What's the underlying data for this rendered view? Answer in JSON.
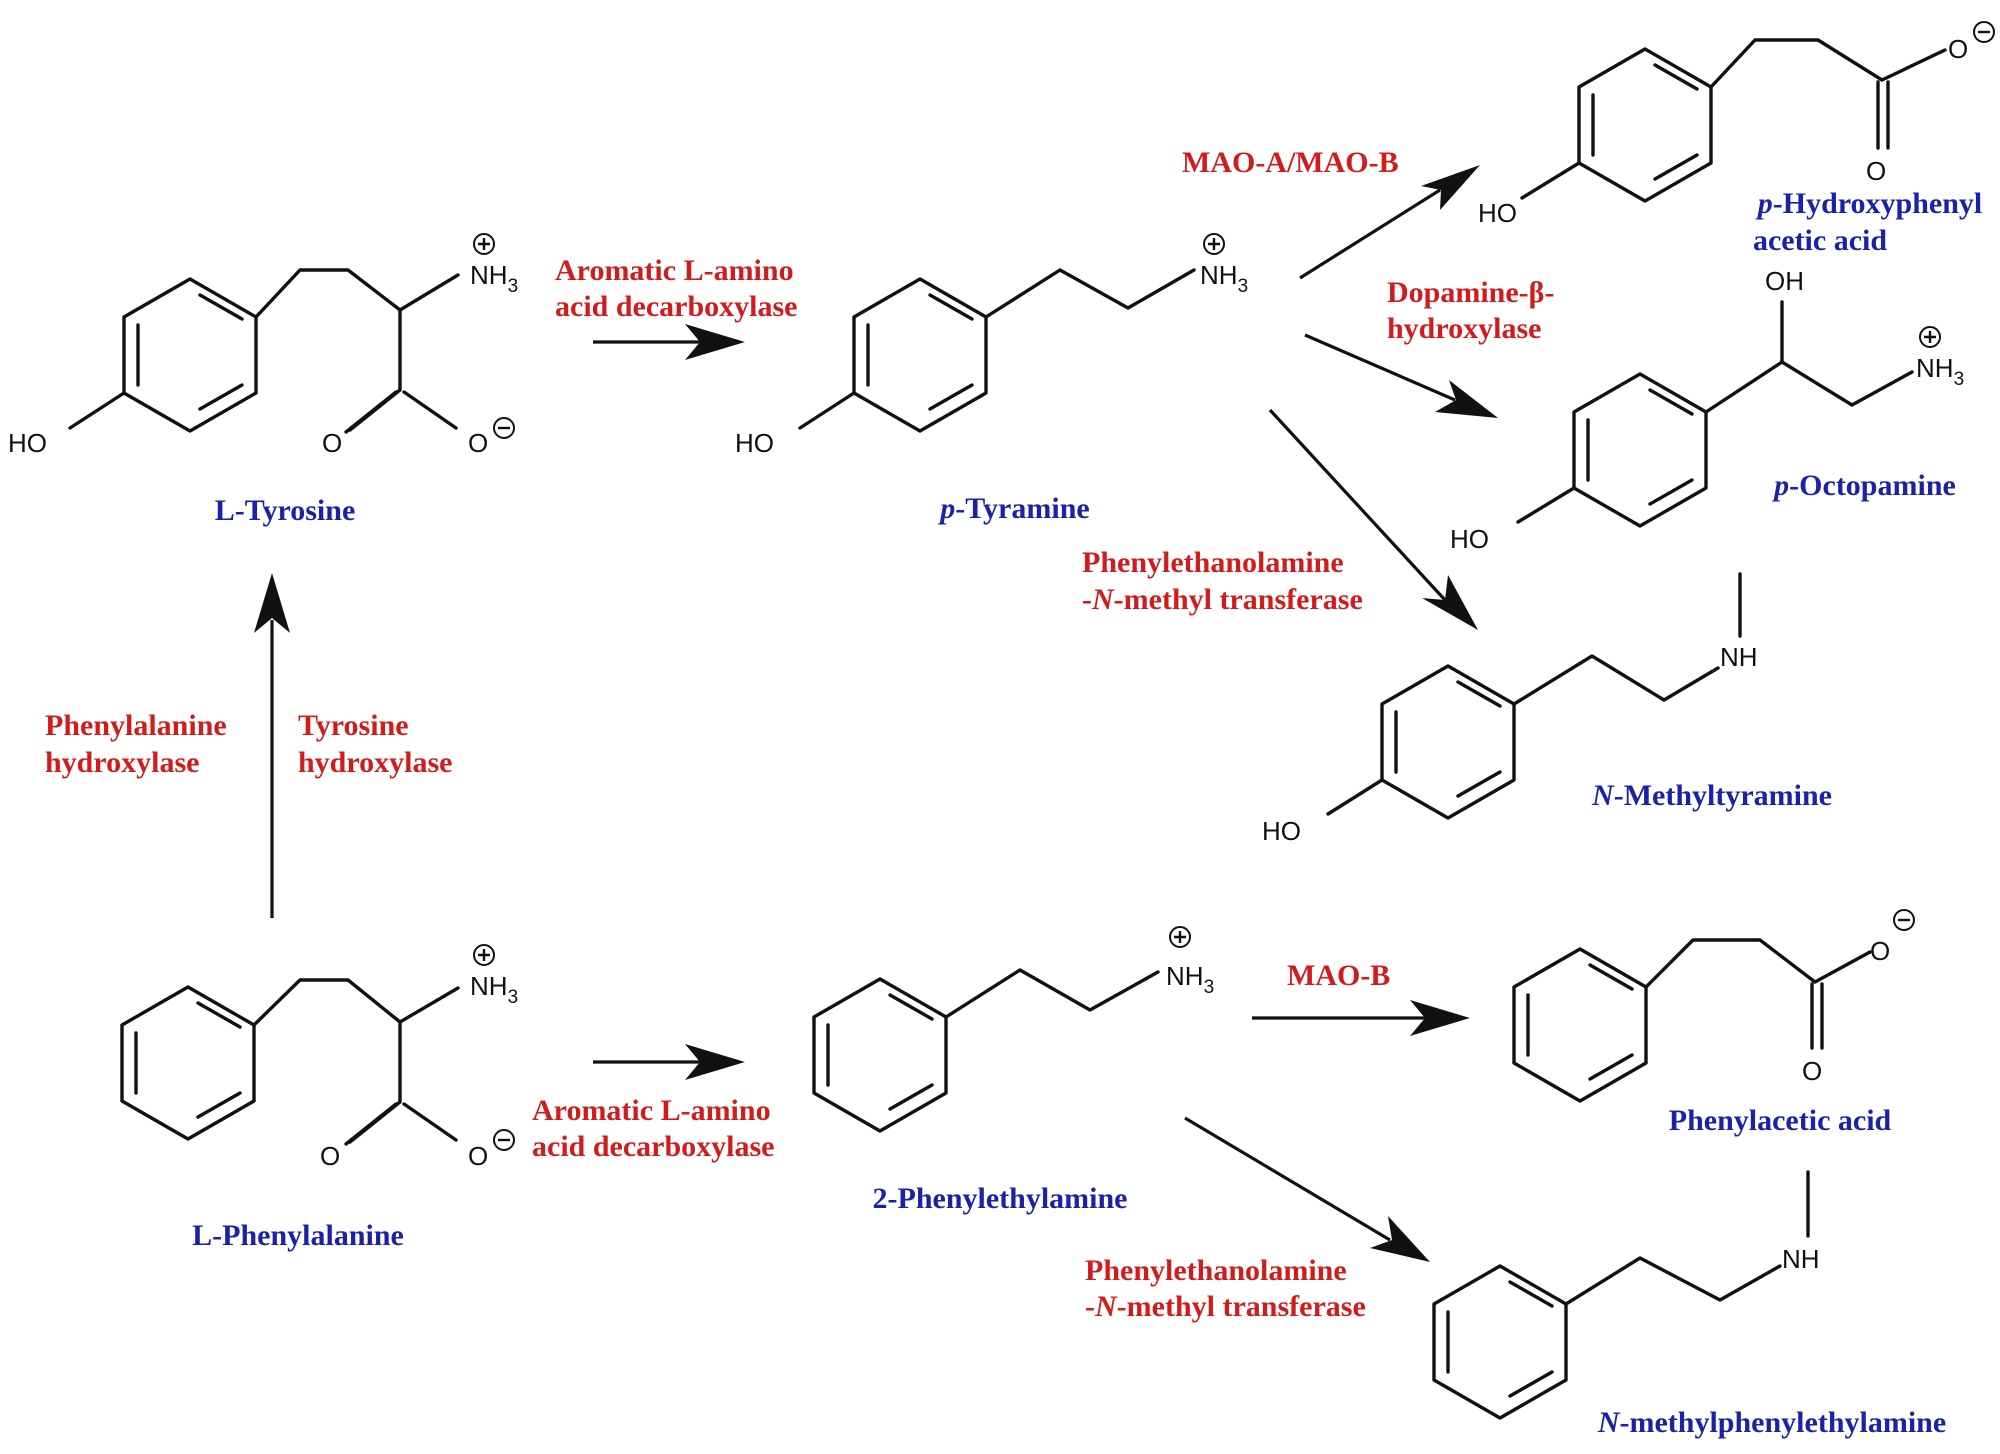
{
  "compounds": {
    "l_tyrosine": "L-Tyrosine",
    "p_tyramine_prefix": "p",
    "p_tyramine_rest": "-Tyramine",
    "p_hydroxyphenyl_l1_prefix": "p",
    "p_hydroxyphenyl_l1_rest": "-Hydroxyphenyl",
    "p_hydroxyphenyl_l2": "acetic acid",
    "p_octopamine_prefix": "p",
    "p_octopamine_rest": "-Octopamine",
    "n_methyltyramine_prefix": "N",
    "n_methyltyramine_rest": "-Methyltyramine",
    "l_phenylalanine": "L-Phenylalanine",
    "phenylethylamine": "2-Phenylethylamine",
    "phenylacetic_acid": "Phenylacetic acid",
    "n_methylphenylethylamine_prefix": "N",
    "n_methylphenylethylamine_rest": "-methylphenylethylamine"
  },
  "enzymes": {
    "aadc_top_l1": "Aromatic L-amino",
    "aadc_top_l2": "acid decarboxylase",
    "mao_ab": "MAO-A/MAO-B",
    "dbh_l1": "Dopamine-β-",
    "dbh_l2": "hydroxylase",
    "pnmt_top_l1": "Phenylethanolamine",
    "pnmt_top_l2_a": "-",
    "pnmt_top_l2_b": "N",
    "pnmt_top_l2_c": "-methyl transferase",
    "pah_l1": "Phenylalanine",
    "pah_l2": "hydroxylase",
    "th_l1": "Tyrosine",
    "th_l2": "hydroxylase",
    "aadc_bot_l1": "Aromatic L-amino",
    "aadc_bot_l2": "acid decarboxylase",
    "mao_b": "MAO-B",
    "pnmt_bot_l1": "Phenylethanolamine",
    "pnmt_bot_l2_a": "-",
    "pnmt_bot_l2_b": "N",
    "pnmt_bot_l2_c": "-methyl transferase"
  },
  "atoms": {
    "ho": "HO",
    "oh": "OH",
    "o": "O",
    "nh_base": "NH",
    "nh3_sub": "3",
    "plus": "+",
    "minus": "−"
  },
  "colors": {
    "enzyme_text": "#d21c1c",
    "compound_text": "#1a22a8",
    "bonds": "#111111"
  }
}
